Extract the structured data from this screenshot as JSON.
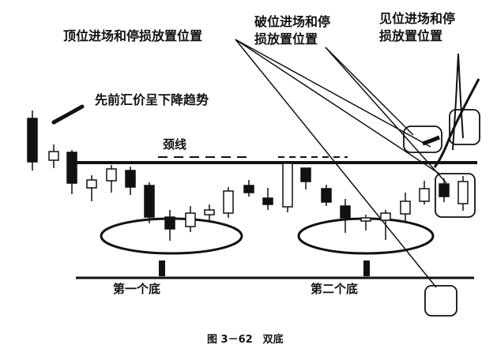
{
  "labels": {
    "top_entry": "顶位进场和停损放置位置",
    "break_entry": [
      "破位进场和停",
      "损放置位置"
    ],
    "see_entry": [
      "见位进场和停",
      "损放置位置"
    ],
    "prior_trend": "先前汇价呈下降趋势",
    "neckline": "颈线",
    "first_bottom": "第一个底",
    "second_bottom": "第二个底",
    "caption": "图 3－62　双底"
  },
  "colors": {
    "ink": "#111111",
    "background": "#ffffff"
  }
}
